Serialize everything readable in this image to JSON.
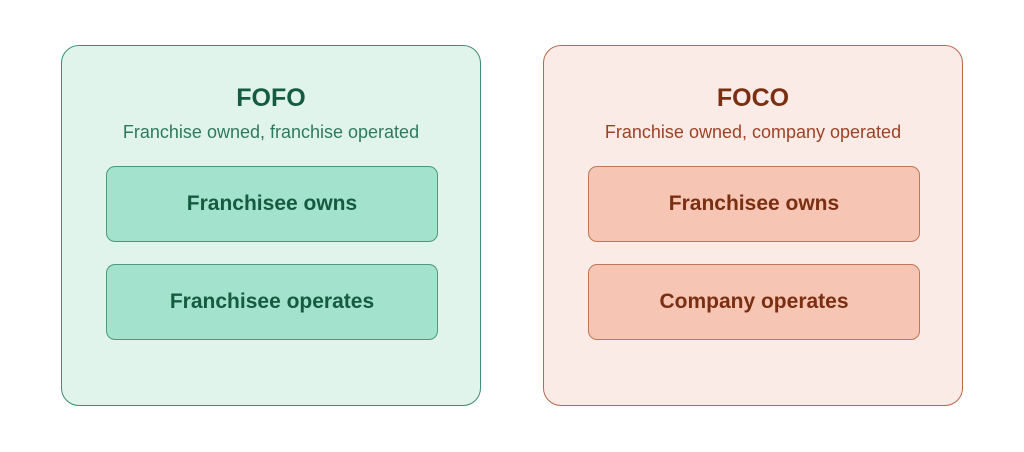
{
  "panels": [
    {
      "title": "FOFO",
      "subtitle": "Franchise owned, franchise operated",
      "boxes": [
        "Franchisee owns",
        "Franchisee operates"
      ],
      "colors": {
        "background": "#e1f4ec",
        "border": "#3d8e72",
        "box_fill": "#a3e2cc",
        "text": "#145b42"
      }
    },
    {
      "title": "FOCO",
      "subtitle": "Franchise owned, company operated",
      "boxes": [
        "Franchisee owns",
        "Company operates"
      ],
      "colors": {
        "background": "#fbebe6",
        "border": "#b9684f",
        "box_fill": "#f6c5b3",
        "text": "#7a2f12"
      }
    }
  ]
}
